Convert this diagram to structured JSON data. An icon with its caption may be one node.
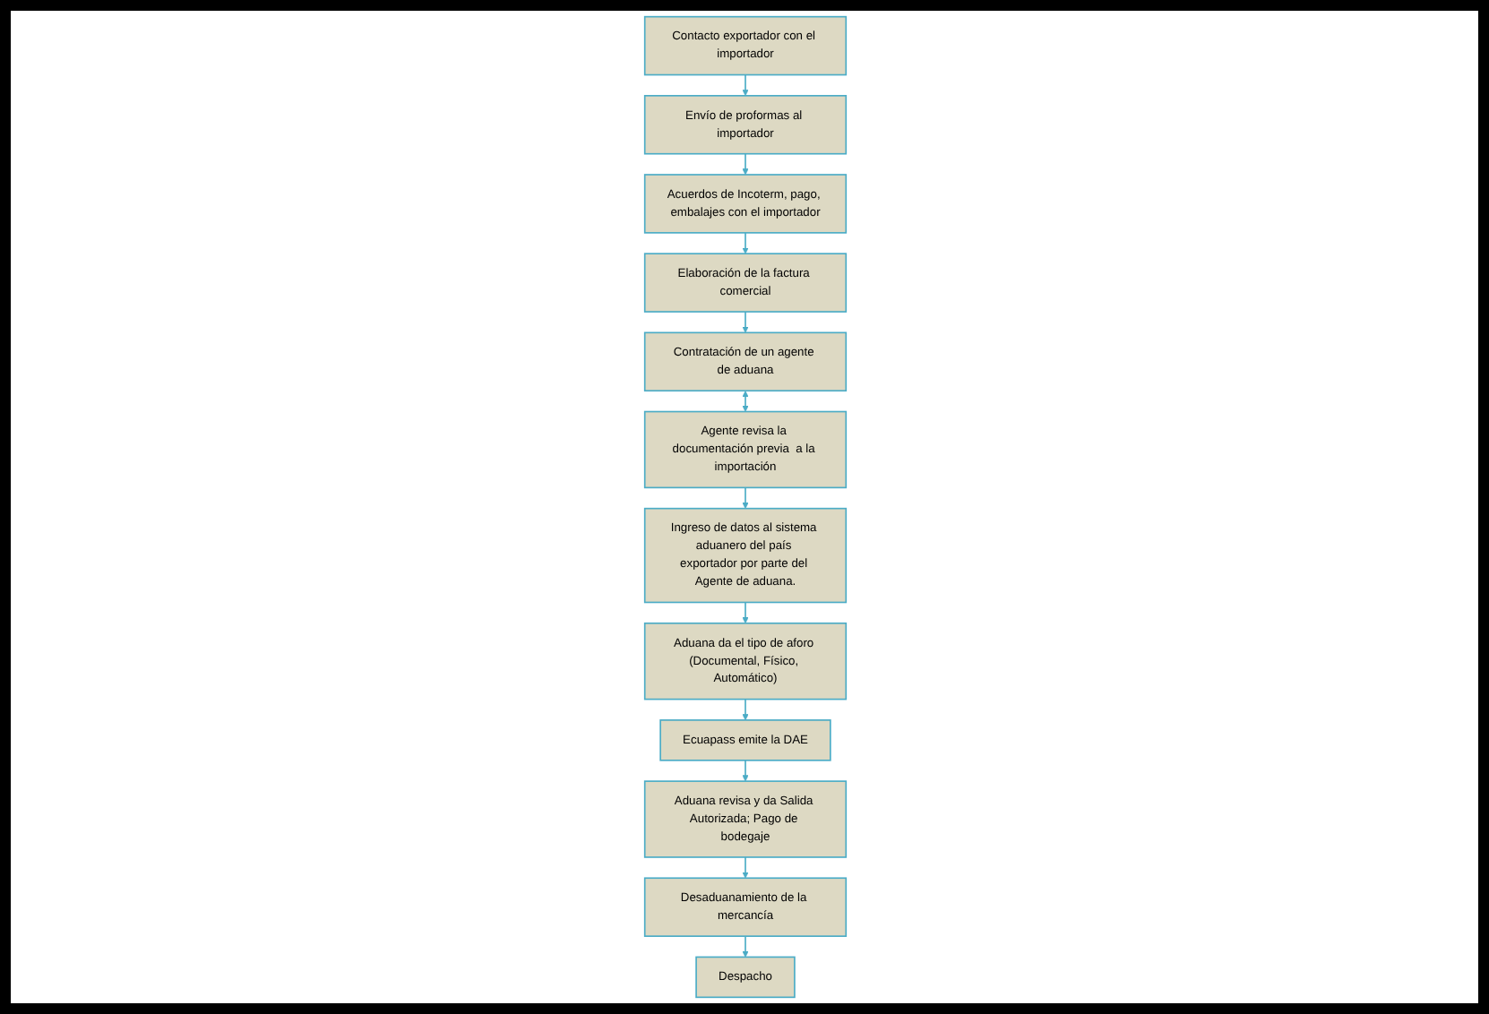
{
  "diagram": {
    "nodes": [
      {
        "text": [
          "Contacto exportador con el importador"
        ]
      },
      {
        "text": [
          "Envío de proformas al importador"
        ]
      },
      {
        "text": [
          "Acuerdos de Incoterm, pago, embalajes con el importador"
        ]
      },
      {
        "text": [
          "Elaboración de la factura comercial"
        ]
      },
      {
        "text": [
          "Contratación de un agente de aduana"
        ]
      },
      {
        "text": [
          "Agente revisa la documentación previa  a la importación"
        ]
      },
      {
        "text": [
          "Ingreso de datos al sistema aduanero del país exportador por parte del Agente de aduana."
        ]
      },
      {
        "text": [
          "Aduana da el tipo de aforo (Documental, Físico, Automático)"
        ]
      },
      {
        "text": [
          "Ecuapass emite la DAE"
        ]
      },
      {
        "text": [
          "Aduana revisa y da Salida Autorizada; Pago de bodegaje"
        ]
      },
      {
        "text": [
          "Desaduanamiento de la mercancía"
        ]
      },
      {
        "text": [
          "Despacho"
        ]
      }
    ],
    "edges": [
      {
        "from": 0,
        "to": 1,
        "arrow": "to"
      },
      {
        "from": 1,
        "to": 2,
        "arrow": "to"
      },
      {
        "from": 2,
        "to": 3,
        "arrow": "to"
      },
      {
        "from": 3,
        "to": 4,
        "arrow": "to"
      },
      {
        "from": 4,
        "to": 5,
        "arrow": "both"
      },
      {
        "from": 5,
        "to": 6,
        "arrow": "to"
      },
      {
        "from": 6,
        "to": 7,
        "arrow": "to"
      },
      {
        "from": 7,
        "to": 8,
        "arrow": "to"
      },
      {
        "from": 8,
        "to": 9,
        "arrow": "to"
      },
      {
        "from": 9,
        "to": 10,
        "arrow": "to"
      },
      {
        "from": 10,
        "to": 11,
        "arrow": "to"
      }
    ]
  }
}
